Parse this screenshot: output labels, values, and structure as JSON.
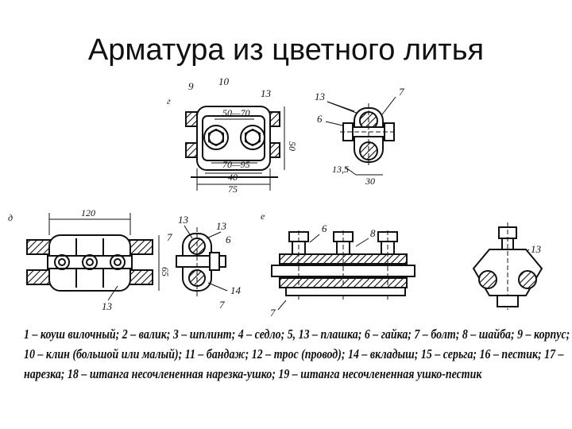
{
  "title": "Арматура из цветного литья",
  "figure": {
    "panel_labels": [
      "г",
      "д",
      "е"
    ],
    "callouts": {
      "g_9": "9",
      "g_10": "10",
      "g_13": "13",
      "r_13": "13",
      "r_7": "7",
      "r_6": "6",
      "d_13": "13",
      "d_7": "7",
      "m_13a": "13",
      "m_13b": "13",
      "m_6": "6",
      "m_14": "14",
      "m_7": "7",
      "e_6": "6",
      "e_8": "8",
      "e_7": "7",
      "f_13": "13"
    },
    "dimensions": {
      "g_top": "50—70",
      "g_bottom": "70—95",
      "g_w1": "40",
      "g_w2": "75",
      "g_h": "50",
      "r_offset": "13,5",
      "r_width": "30",
      "d_length": "120",
      "d_height": "65"
    }
  },
  "legend": {
    "lines": [
      "1 – коуш вилочный; 2 – валик; 3 – шплинт; 4 – седло; 5, 13 – плашка; 6 – гайка; 7 – болт; 8 – шайба; 9 – корпус;",
      "10 – клин (большой или малый); 11 – бандаж; 12 – трос (провод); 14 – вкладыш; 15 – серьга; 16 – пестик; 17 –",
      "нарезка; 18 – штанга несочлененная нарезка-ушко; 19 – штанга несочлененная ушко-пестик"
    ]
  }
}
